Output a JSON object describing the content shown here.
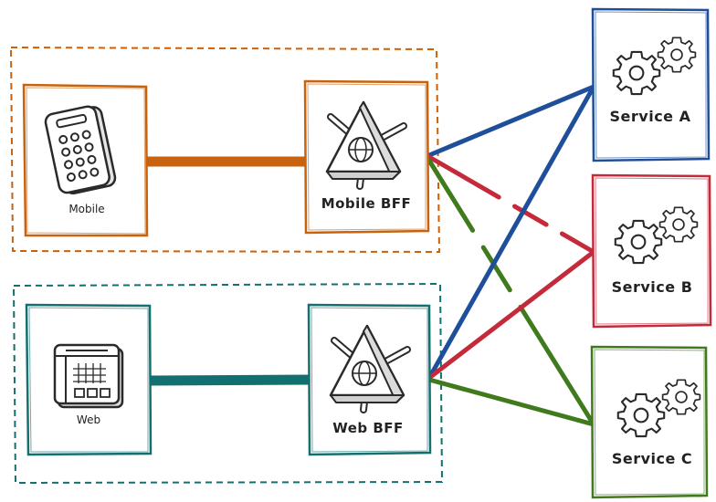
{
  "nodes": {
    "mobile": {
      "label": "Mobile"
    },
    "mobile_bff": {
      "label": "Mobile BFF"
    },
    "web": {
      "label": "Web"
    },
    "web_bff": {
      "label": "Web BFF"
    },
    "service_a": {
      "label": "Service A"
    },
    "service_b": {
      "label": "Service B"
    },
    "service_c": {
      "label": "Service C"
    }
  },
  "colors": {
    "mobile": "#c8620d",
    "web": "#127070",
    "service_a": "#1f4f9a",
    "service_b": "#c42a3a",
    "service_c": "#3f7a1c",
    "ink": "#2a2a2a"
  }
}
